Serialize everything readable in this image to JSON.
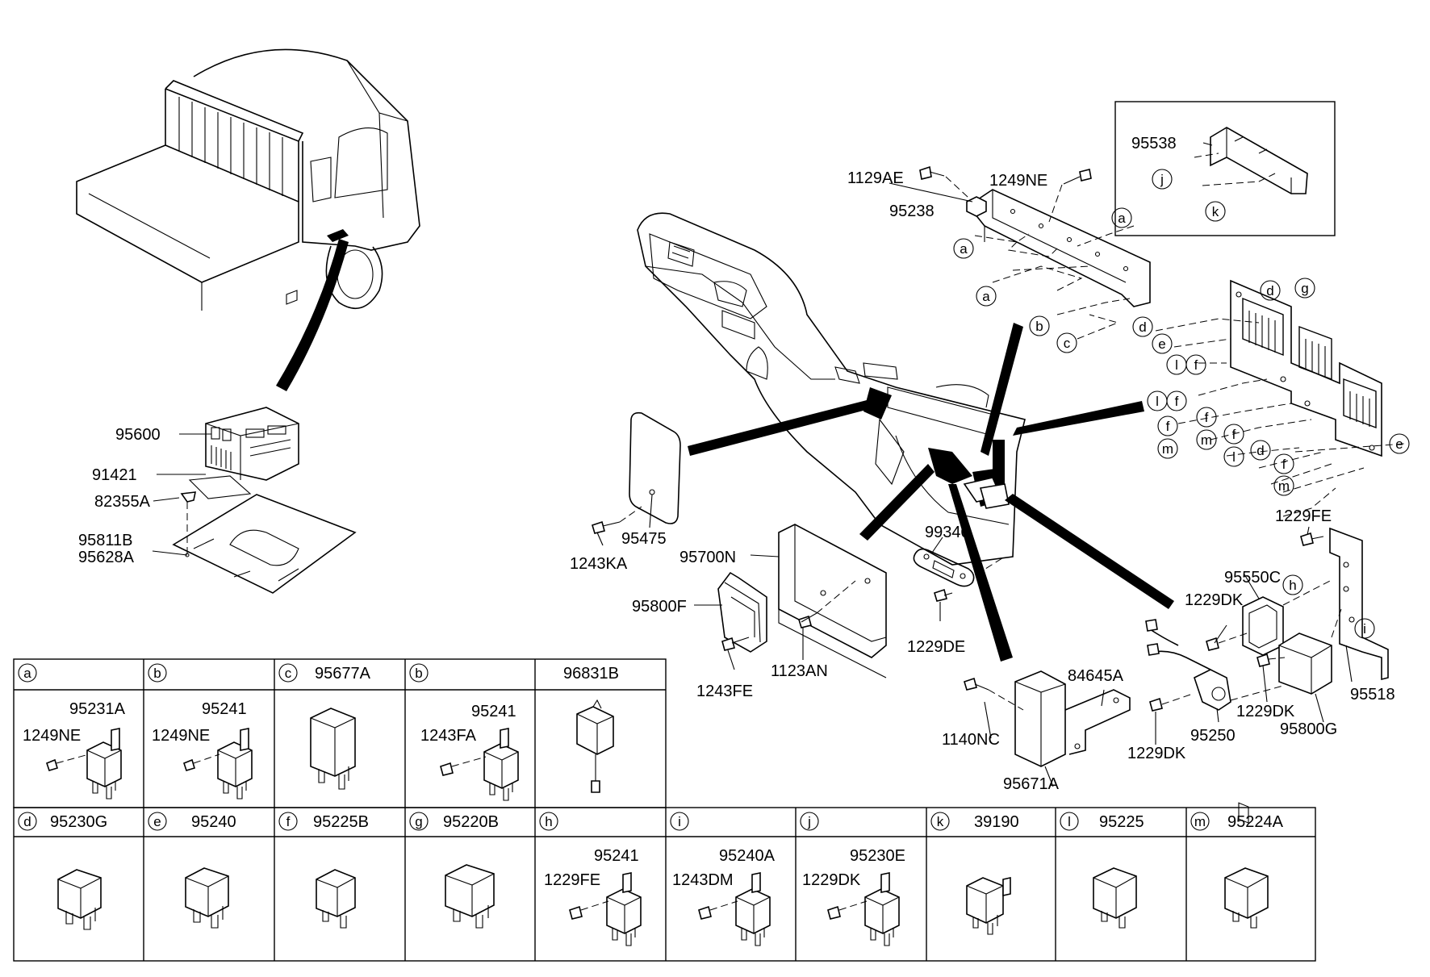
{
  "callouts": [
    {
      "id": "95600",
      "text": "95600"
    },
    {
      "id": "91421",
      "text": "91421"
    },
    {
      "id": "82355A",
      "text": "82355A"
    },
    {
      "id": "95811B",
      "text": "95811B"
    },
    {
      "id": "95628A",
      "text": "95628A"
    },
    {
      "id": "95475",
      "text": "95475"
    },
    {
      "id": "1243KA",
      "text": "1243KA"
    },
    {
      "id": "95700N",
      "text": "95700N"
    },
    {
      "id": "95800F",
      "text": "95800F"
    },
    {
      "id": "1243FE_a",
      "text": "1243FE"
    },
    {
      "id": "1123AN",
      "text": "1123AN"
    },
    {
      "id": "99340",
      "text": "99340"
    },
    {
      "id": "1229DE",
      "text": "1229DE"
    },
    {
      "id": "1129AE",
      "text": "1129AE"
    },
    {
      "id": "1249NE_top",
      "text": "1249NE"
    },
    {
      "id": "95238",
      "text": "95238"
    },
    {
      "id": "95538",
      "text": "95538"
    },
    {
      "id": "1229FE_top",
      "text": "1229FE"
    },
    {
      "id": "95550C",
      "text": "95550C"
    },
    {
      "id": "1229DK_a",
      "text": "1229DK"
    },
    {
      "id": "1229DK_b",
      "text": "1229DK"
    },
    {
      "id": "1229DK_c",
      "text": "1229DK"
    },
    {
      "id": "95518",
      "text": "95518"
    },
    {
      "id": "95800G",
      "text": "95800G"
    },
    {
      "id": "95250",
      "text": "95250"
    },
    {
      "id": "84645A",
      "text": "84645A"
    },
    {
      "id": "1140NC",
      "text": "1140NC"
    },
    {
      "id": "95671A",
      "text": "95671A"
    }
  ],
  "letters": {
    "a": "a",
    "b": "b",
    "c": "c",
    "d": "d",
    "e": "e",
    "f": "f",
    "g": "g",
    "h": "h",
    "i": "i",
    "j": "j",
    "k": "k",
    "l": "l",
    "m": "m"
  },
  "legend_row1": [
    {
      "key": "a",
      "letter": "a",
      "code": "",
      "parts": [
        "95231A",
        "1249NE"
      ]
    },
    {
      "key": "b1",
      "letter": "b",
      "code": "",
      "parts": [
        "95241",
        "1249NE"
      ]
    },
    {
      "key": "c",
      "letter": "c",
      "code": "95677A",
      "parts": []
    },
    {
      "key": "b2",
      "letter": "b",
      "code": "",
      "parts": [
        "95241",
        "1243FA"
      ]
    },
    {
      "key": "blank",
      "letter": "",
      "code": "96831B",
      "parts": []
    }
  ],
  "legend_row2": [
    {
      "key": "d",
      "letter": "d",
      "code": "95230G",
      "parts": []
    },
    {
      "key": "e",
      "letter": "e",
      "code": "95240",
      "parts": []
    },
    {
      "key": "f",
      "letter": "f",
      "code": "95225B",
      "parts": []
    },
    {
      "key": "g",
      "letter": "g",
      "code": "95220B",
      "parts": []
    },
    {
      "key": "h",
      "letter": "h",
      "code": "",
      "parts": [
        "95241",
        "1229FE"
      ]
    },
    {
      "key": "i",
      "letter": "i",
      "code": "",
      "parts": [
        "95240A",
        "1243DM"
      ]
    },
    {
      "key": "j",
      "letter": "j",
      "code": "",
      "parts": [
        "95230E",
        "1229DK"
      ]
    },
    {
      "key": "k",
      "letter": "k",
      "code": "39190",
      "parts": []
    },
    {
      "key": "l",
      "letter": "l",
      "code": "95225",
      "parts": []
    },
    {
      "key": "m",
      "letter": "m",
      "code": "95224A",
      "parts": []
    }
  ]
}
